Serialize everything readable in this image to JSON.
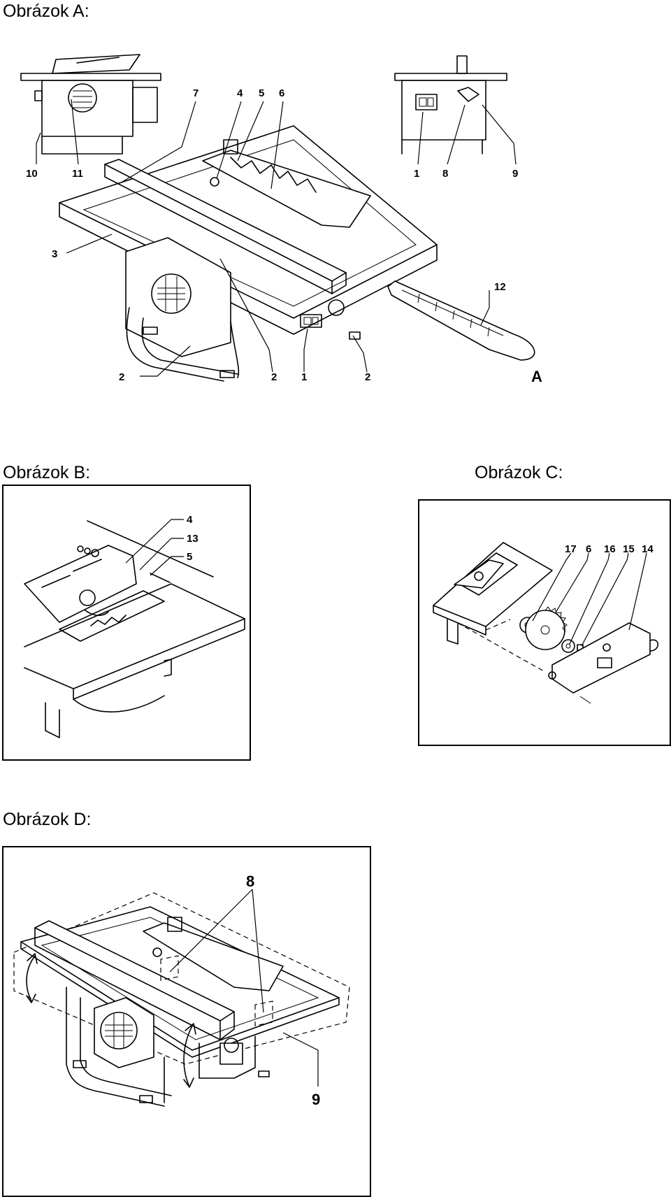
{
  "figures": {
    "a": {
      "heading": "Obrázok A:",
      "corner_letter": "A",
      "labels": [
        "10",
        "11",
        "7",
        "4",
        "5",
        "6",
        "1",
        "8",
        "9",
        "3",
        "12",
        "2",
        "2",
        "1",
        "2"
      ]
    },
    "b": {
      "heading": "Obrázok B:",
      "labels": [
        "4",
        "13",
        "5"
      ]
    },
    "c": {
      "heading": "Obrázok C:",
      "labels": [
        "17",
        "6",
        "16",
        "15",
        "14"
      ]
    },
    "d": {
      "heading": "Obrázok D:",
      "labels": [
        "8",
        "9"
      ]
    }
  }
}
